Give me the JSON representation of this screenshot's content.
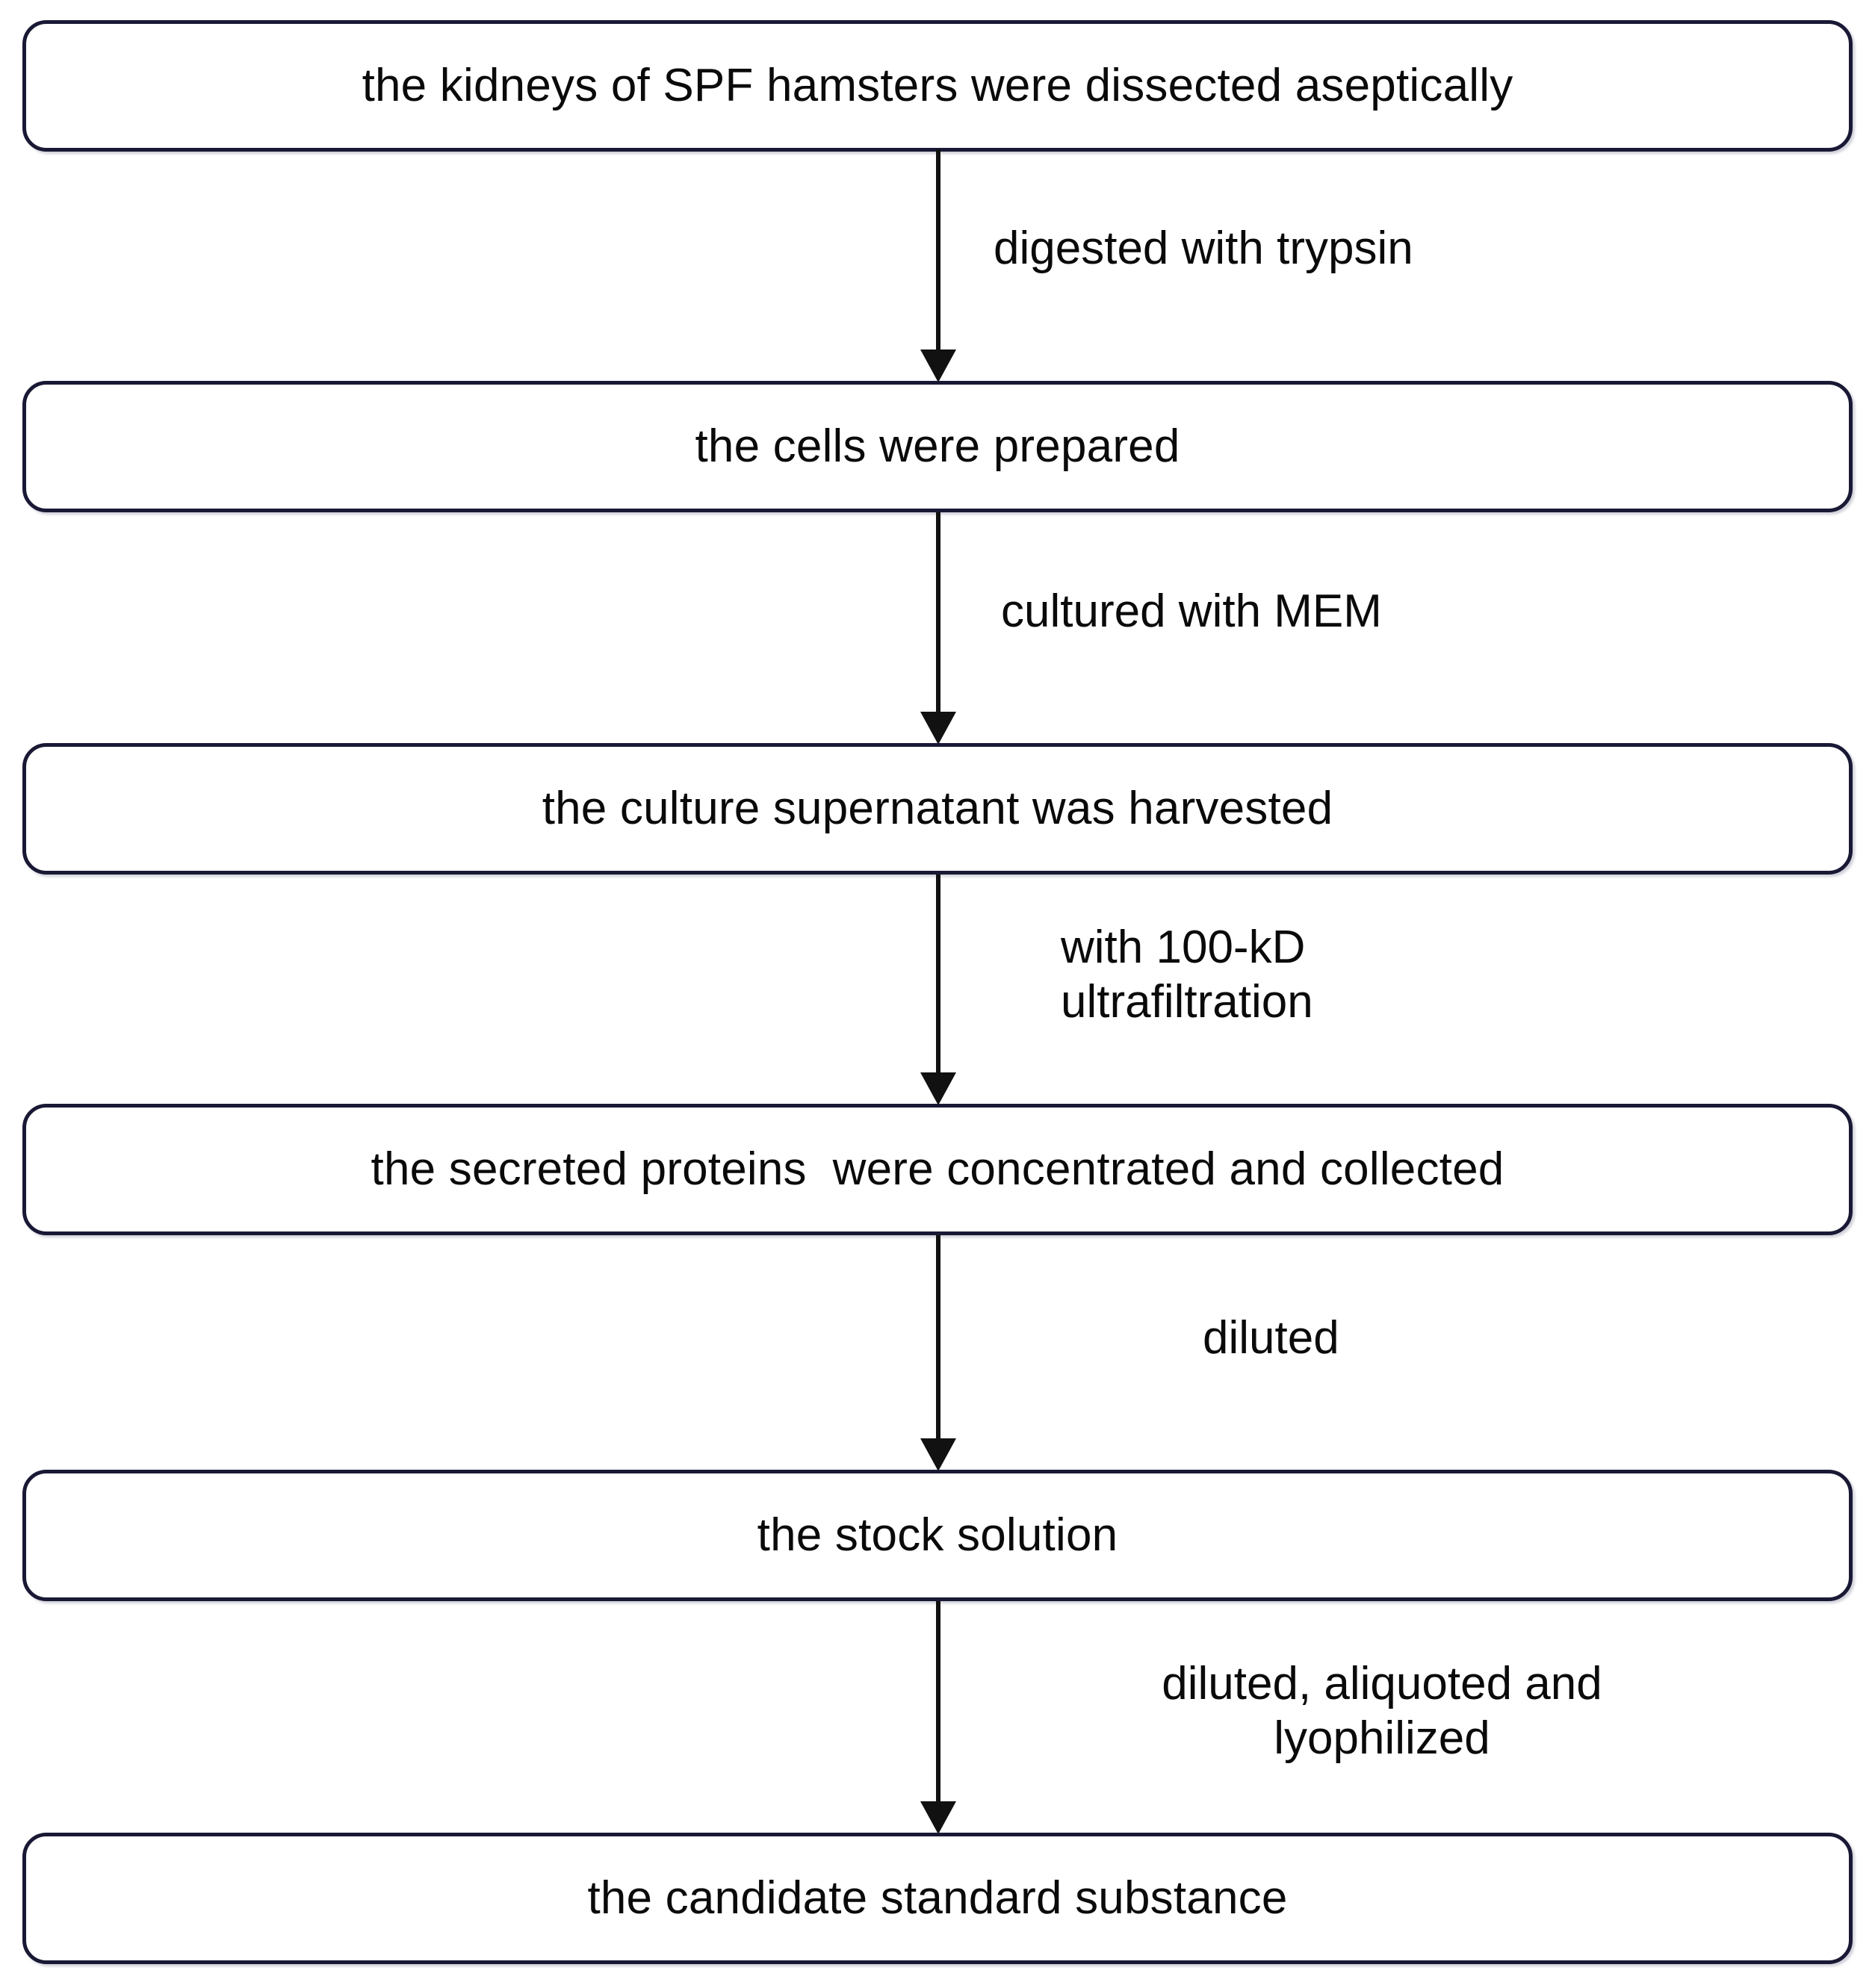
{
  "diagram": {
    "title": "preparation-workflow-of-candidate-standard-substance",
    "background_color": "#ffffff",
    "node_border_color": "#191935",
    "text_color": "#0a0a0a",
    "arrow_color": "#111111",
    "nodes": [
      {
        "id": "node-1",
        "label": "the kidneys of SPF hamsters were dissected aseptically"
      },
      {
        "id": "node-2",
        "label": "the cells were prepared"
      },
      {
        "id": "node-3",
        "label": "the culture supernatant was harvested"
      },
      {
        "id": "node-4",
        "label": "the secreted proteins  were concentrated and collected"
      },
      {
        "id": "node-5",
        "label": "the stock solution"
      },
      {
        "id": "node-6",
        "label": "the candidate standard substance"
      }
    ],
    "edges": [
      {
        "id": "edge-1",
        "from": "node-1",
        "to": "node-2",
        "label": "digested with trypsin"
      },
      {
        "id": "edge-2",
        "from": "node-2",
        "to": "node-3",
        "label": "cultured with MEM"
      },
      {
        "id": "edge-3",
        "from": "node-3",
        "to": "node-4",
        "label": "with 100-kD\nultrafiltration"
      },
      {
        "id": "edge-4",
        "from": "node-4",
        "to": "node-5",
        "label": "diluted"
      },
      {
        "id": "edge-5",
        "from": "node-5",
        "to": "node-6",
        "label": "diluted, aliquoted and\nlyophilized"
      }
    ]
  }
}
